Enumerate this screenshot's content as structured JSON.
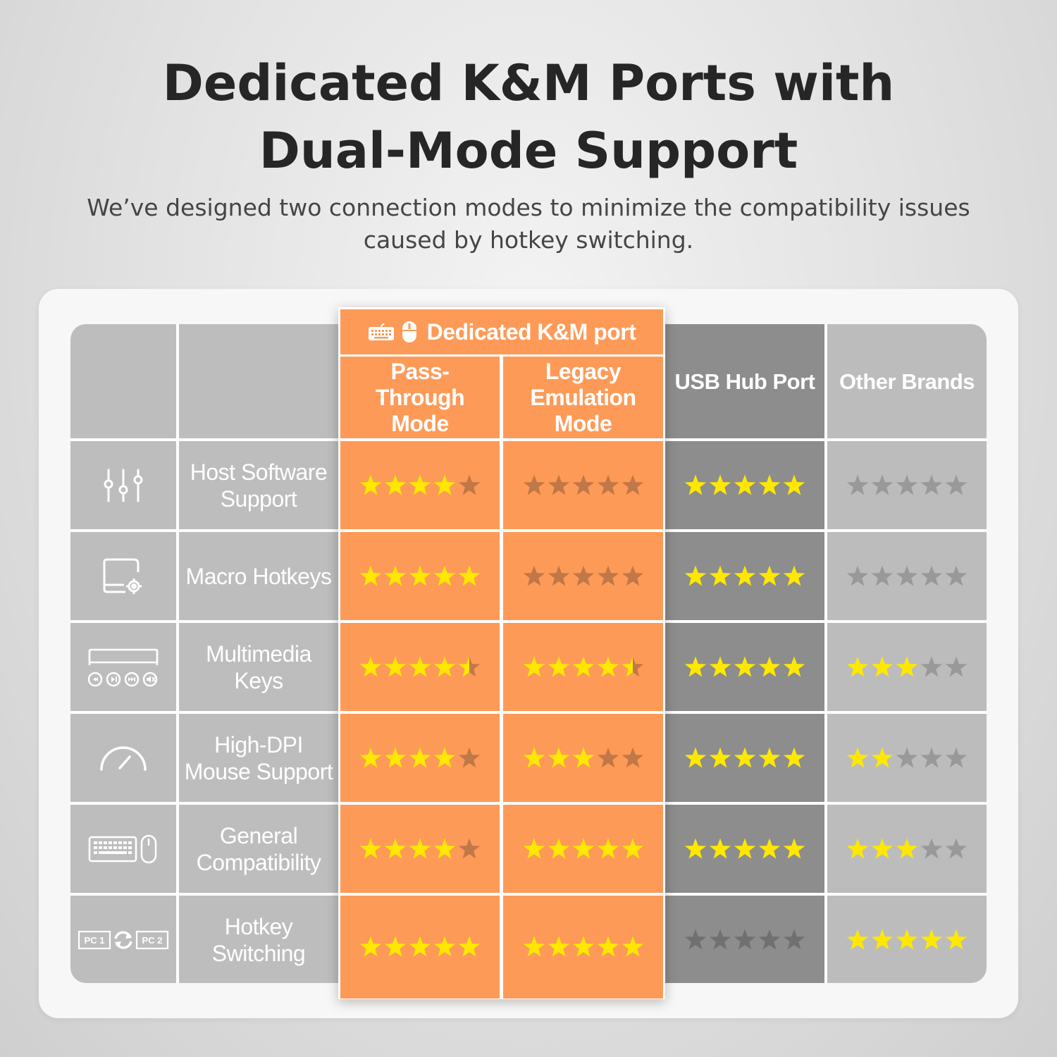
{
  "header": {
    "title_line1": "Dedicated K&M Ports with",
    "title_line2": "Dual-Mode Support",
    "subtitle_line1": "We’ve designed two connection modes to minimize the compatibility issues",
    "subtitle_line2": "caused by hotkey switching."
  },
  "colors": {
    "orange": "#fe9a57",
    "star_filled": "#ffe800",
    "star_empty_orange": "#c17848",
    "star_empty_usb": "#707070",
    "star_empty_other": "#999999",
    "usb_column": "#8d8d8d",
    "other_column": "#bcbcbc"
  },
  "table": {
    "group_header": "Dedicated K&M port",
    "group_icons": [
      "keyboard-icon",
      "mouse-icon"
    ],
    "columns": [
      {
        "id": "pass",
        "label": "Pass-Through Mode"
      },
      {
        "id": "legacy",
        "label": "Legacy Emulation Mode"
      },
      {
        "id": "usb",
        "label": "USB Hub Port"
      },
      {
        "id": "other",
        "label": "Other Brands"
      }
    ],
    "rows": [
      {
        "label": "Host Software Support",
        "icon": "sliders-icon",
        "ratings": [
          4,
          0,
          5,
          0
        ]
      },
      {
        "label": "Macro Hotkeys",
        "icon": "macro-settings-icon",
        "ratings": [
          5,
          0,
          5,
          0
        ]
      },
      {
        "label": "Multimedia Keys",
        "icon": "media-keys-icon",
        "ratings": [
          4.5,
          4.5,
          5,
          3
        ]
      },
      {
        "label": "High-DPI Mouse Support",
        "icon": "speedometer-icon",
        "ratings": [
          4,
          3,
          5,
          2
        ]
      },
      {
        "label": "General Compatibility",
        "icon": "keyboard-mouse-icon",
        "ratings": [
          4,
          5,
          5,
          3
        ]
      },
      {
        "label": "Hotkey Switching",
        "icon": "pc-switch-icon",
        "ratings": [
          5,
          5,
          0,
          5
        ]
      }
    ],
    "switch_labels": [
      "PC 1",
      "PC 2"
    ]
  }
}
